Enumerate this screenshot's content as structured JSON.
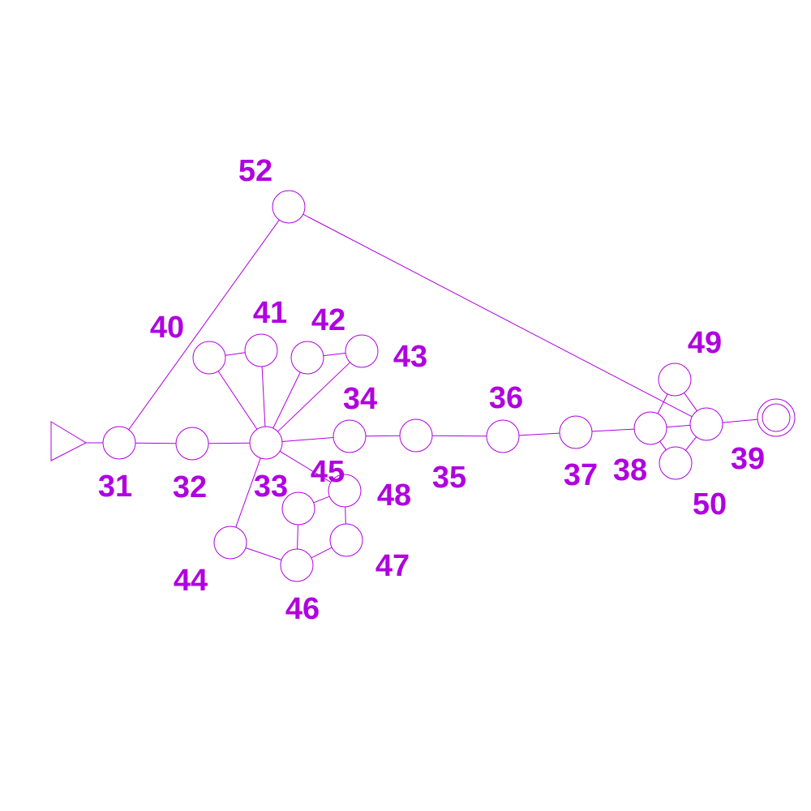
{
  "diagram": {
    "colors": {
      "stroke": "#b000e0",
      "label": "#b000e0",
      "background": "#ffffff"
    },
    "start_marker": "triangle-arrow",
    "final_marker": "double-circle",
    "nodes": [
      {
        "id": "31",
        "label": "31"
      },
      {
        "id": "32",
        "label": "32"
      },
      {
        "id": "33",
        "label": "33"
      },
      {
        "id": "34",
        "label": "34"
      },
      {
        "id": "35",
        "label": "35"
      },
      {
        "id": "36",
        "label": "36"
      },
      {
        "id": "37",
        "label": "37"
      },
      {
        "id": "38",
        "label": "38"
      },
      {
        "id": "39",
        "label": "39"
      },
      {
        "id": "40",
        "label": "40"
      },
      {
        "id": "41",
        "label": "41"
      },
      {
        "id": "42",
        "label": "42"
      },
      {
        "id": "43",
        "label": "43"
      },
      {
        "id": "44",
        "label": "44"
      },
      {
        "id": "45",
        "label": "45"
      },
      {
        "id": "46",
        "label": "46"
      },
      {
        "id": "47",
        "label": "47"
      },
      {
        "id": "48",
        "label": "48"
      },
      {
        "id": "49",
        "label": "49"
      },
      {
        "id": "50",
        "label": "50"
      },
      {
        "id": "final",
        "label": ""
      },
      {
        "id": "52",
        "label": "52"
      }
    ],
    "edges": [
      [
        "start",
        "31"
      ],
      [
        "31",
        "32"
      ],
      [
        "32",
        "33"
      ],
      [
        "31",
        "52"
      ],
      [
        "52",
        "39"
      ],
      [
        "40",
        "41"
      ],
      [
        "40",
        "33"
      ],
      [
        "41",
        "33"
      ],
      [
        "42",
        "43"
      ],
      [
        "42",
        "33"
      ],
      [
        "43",
        "33"
      ],
      [
        "33",
        "34"
      ],
      [
        "33",
        "48"
      ],
      [
        "33",
        "44"
      ],
      [
        "34",
        "35"
      ],
      [
        "35",
        "36"
      ],
      [
        "36",
        "37"
      ],
      [
        "37",
        "38"
      ],
      [
        "38",
        "39"
      ],
      [
        "39",
        "final"
      ],
      [
        "38",
        "49"
      ],
      [
        "49",
        "39"
      ],
      [
        "38",
        "50"
      ],
      [
        "50",
        "39"
      ],
      [
        "44",
        "46"
      ],
      [
        "45",
        "46"
      ],
      [
        "45",
        "48"
      ],
      [
        "46",
        "47"
      ],
      [
        "48",
        "47"
      ]
    ]
  }
}
